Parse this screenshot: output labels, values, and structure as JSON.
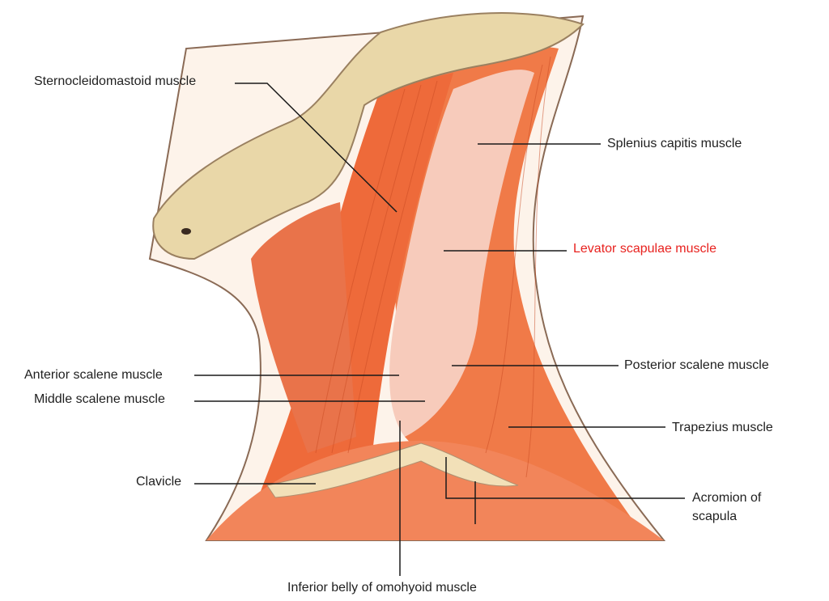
{
  "title": "Neck muscles lateral view",
  "highlight_color": "#e8221f",
  "labels": {
    "sternocleidomastoid": "Sternocleidomastoid muscle",
    "splenius_capitis": "Splenius capitis muscle",
    "levator_scapulae": "Levator scapulae muscle",
    "posterior_scalene": "Posterior scalene muscle",
    "anterior_scalene": "Anterior scalene muscle",
    "middle_scalene": "Middle scalene muscle",
    "trapezius": "Trapezius muscle",
    "clavicle": "Clavicle",
    "acromion_line1": "Acromion of",
    "acromion_line2": "scapula",
    "omohyoid": "Inferior belly of omohyoid muscle"
  }
}
